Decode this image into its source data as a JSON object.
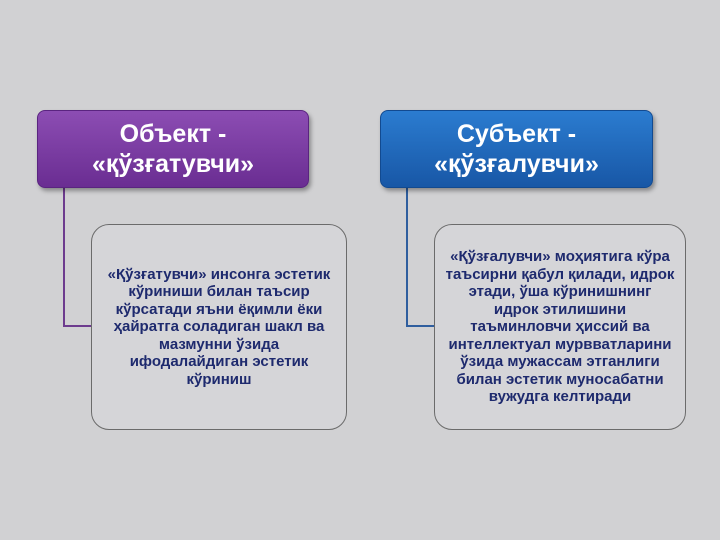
{
  "left": {
    "header_line1": "Объект -",
    "header_line2": "«қўзғатувчи»",
    "description": "«Қўзғатувчи» инсонга эстетик кўриниши билан таъсир кўрсатади яъни ёқимли ёки ҳайратга соладиган шакл ва мазмунни ўзида ифодалайдиган эстетик кўриниш",
    "color": "#7a3aa3"
  },
  "right": {
    "header_line1": "Субъект -",
    "header_line2": "«қўзғалувчи»",
    "description": "«Қўзғалувчи» моҳиятига кўра таъсирни қабул қилади, идрок этади, ўша кўринишнинг идрок этилишини таъминловчи ҳиссий ва интеллектуал мурвватларини ўзида мужассам этганлиги билан эстетик муносабатни вужудга келтиради",
    "color": "#1f6cc1"
  }
}
